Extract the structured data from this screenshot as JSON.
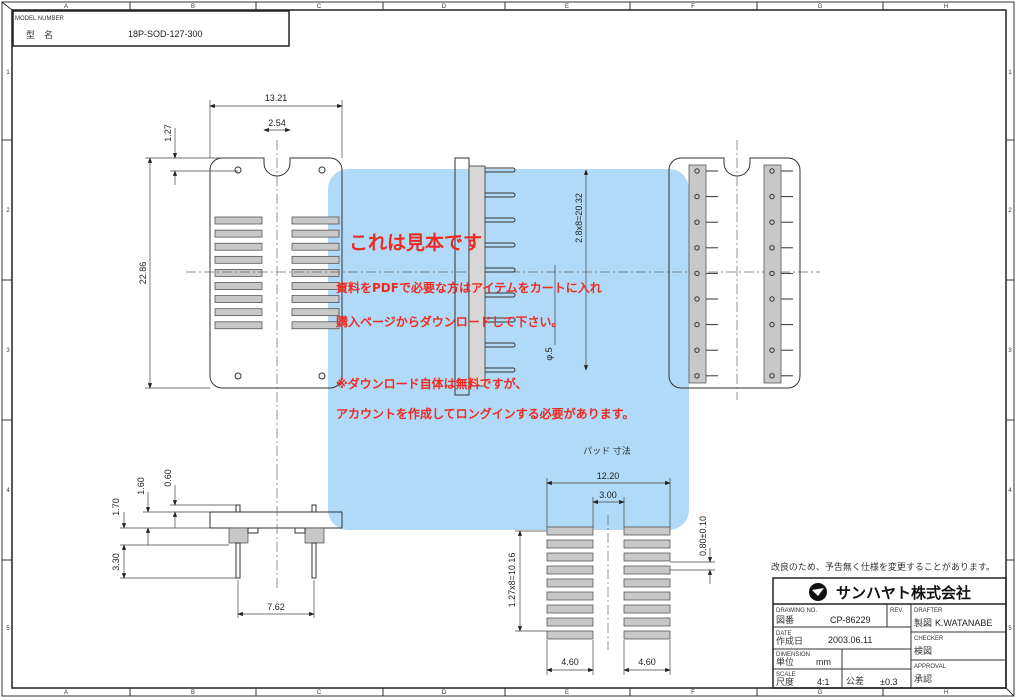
{
  "frame": {
    "columns": [
      "A",
      "B",
      "C",
      "D",
      "E",
      "F",
      "G",
      "H"
    ],
    "rows": [
      "1",
      "2",
      "3",
      "4",
      "5"
    ]
  },
  "model": {
    "label": "MODEL NUMBER",
    "label_jp": "型　名",
    "value": "18P-SOD-127-300"
  },
  "dimensions": {
    "top_width": "13.21",
    "notch_width": "2.54",
    "notch_depth": "1.27",
    "height": "22.86",
    "pin_pitch_total": "2.8x8=20.32",
    "pin_dia": "φ.5",
    "side_060": "0.60",
    "side_160": "1.60",
    "side_170": "1.70",
    "side_330": "3.30",
    "row_spacing": "7.62",
    "pad_title": "パッド 寸法",
    "pad_total_width": "12.20",
    "pad_gap": "3.00",
    "pad_height": "0.80±0.10",
    "pad_pitch_total": "1.27x8=10.16",
    "pad_left_width": "4.60",
    "pad_right_width": "4.60"
  },
  "watermark": {
    "title": "これは見本です",
    "line1": "資料をPDFで必要な方はアイテムをカートに入れ",
    "line2": "購入ページからダウンロードして下さい。",
    "line3": "※ダウンロード自体は無料ですが、",
    "line4": "アカウントを作成してロングインする必要があります。",
    "color": "#f02a1e",
    "overlay_color": "#a9d6f5"
  },
  "notice": "改良のため、予告無く仕様を変更することがあります。",
  "title_block": {
    "company": "サンハヤト株式会社",
    "drawing_no_label": "DRAWING NO.",
    "drawing_no_jp": "図番",
    "drawing_no": "CP-86229",
    "rev_label": "REV.",
    "date_label": "DATE",
    "date_jp": "作成日",
    "date": "2003.06.11",
    "dimension_label": "DIMENSION",
    "dimension_jp": "単位",
    "dimension": "mm",
    "scale_label": "SCALE",
    "scale_jp": "尺度",
    "scale": "4:1",
    "tolerance_jp": "公差",
    "tolerance": "±0.3",
    "drafter_label": "DRAFTER",
    "drafter_jp": "製図",
    "drafter": "K.WATANABE",
    "checker_label": "CHECKER",
    "checker_jp": "検図",
    "approval_label": "APPROVAL",
    "approval_jp": "承認"
  }
}
